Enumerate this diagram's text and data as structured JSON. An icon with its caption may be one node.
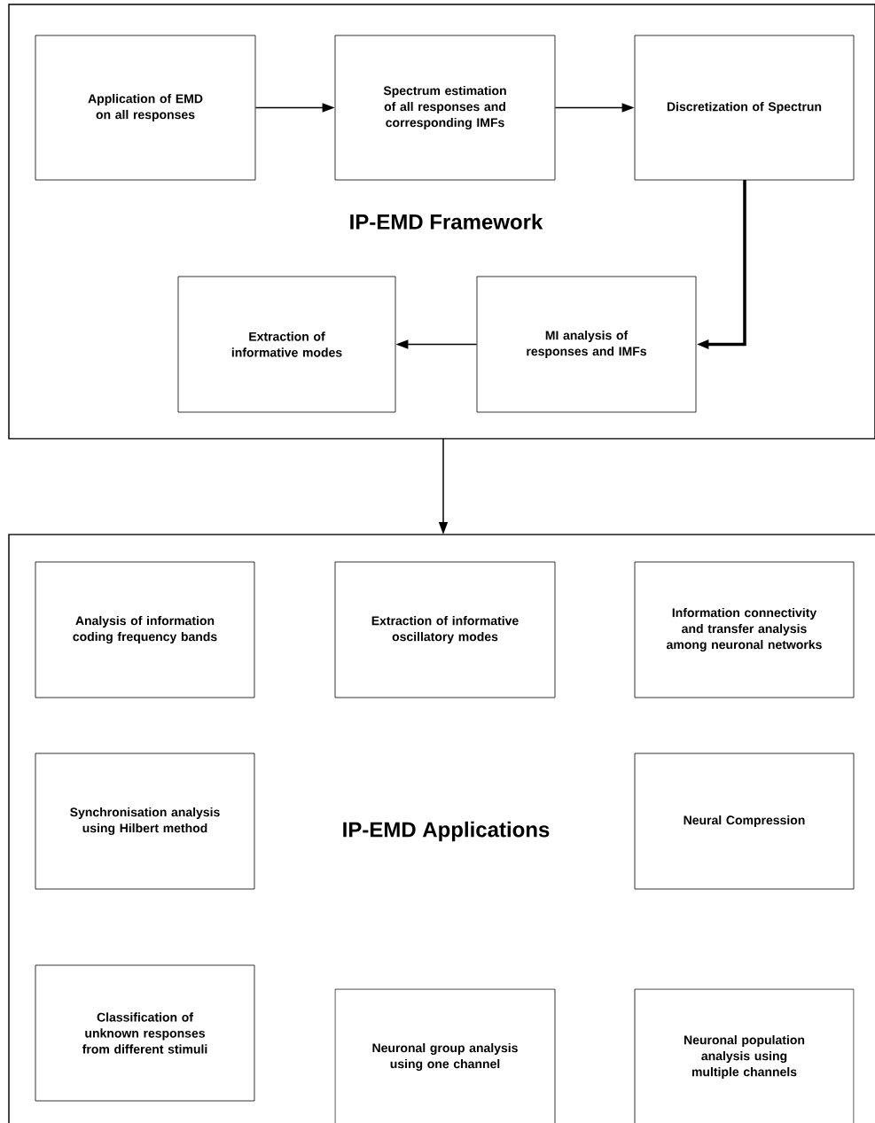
{
  "diagram": {
    "nodes": [
      {
        "text": [
          "IP-EMD Framework"
        ]
      },
      {
        "text": [
          "Application of EMD on all responses"
        ],
        "in": 0
      },
      {
        "text": [
          "Spectrum estimation of all responses and corresponding IMFs"
        ],
        "in": 0
      },
      {
        "text": [
          "Discretization of Spectrun"
        ],
        "in": 0
      },
      {
        "text": [
          "Extraction of informative modes"
        ],
        "in": 0
      },
      {
        "text": [
          "MI analysis of responses and IMFs"
        ],
        "in": 0
      },
      {
        "text": [
          "IP-EMD Applications"
        ]
      },
      {
        "text": [
          "Analysis of information coding frequency bands"
        ],
        "in": 6
      },
      {
        "text": [
          "Extraction of informative oscillatory modes"
        ],
        "in": 6
      },
      {
        "text": [
          "Information connectivity and transfer analysis among neuronal networks"
        ],
        "in": 6
      },
      {
        "text": [
          "Synchronisation analysis using Hilbert method"
        ],
        "in": 6
      },
      {
        "text": [
          "Neural Compression"
        ],
        "in": 6
      },
      {
        "text": [
          "Classification of unknown responses from different stimuli"
        ],
        "in": 6
      },
      {
        "text": [
          "Neuronal group analysis using one channel"
        ],
        "in": 6
      },
      {
        "text": [
          "Neuronal population analysis using multiple channels"
        ],
        "in": 6
      }
    ],
    "edges": [
      {
        "from": 1,
        "to": 2,
        "arrow": "to"
      },
      {
        "from": 2,
        "to": 3,
        "arrow": "to"
      },
      {
        "from": 3,
        "to": 5,
        "arrow": "to",
        "style": "thick"
      },
      {
        "from": 5,
        "to": 4,
        "arrow": "to"
      },
      {
        "from": 0,
        "to": 6,
        "arrow": "to"
      }
    ]
  }
}
